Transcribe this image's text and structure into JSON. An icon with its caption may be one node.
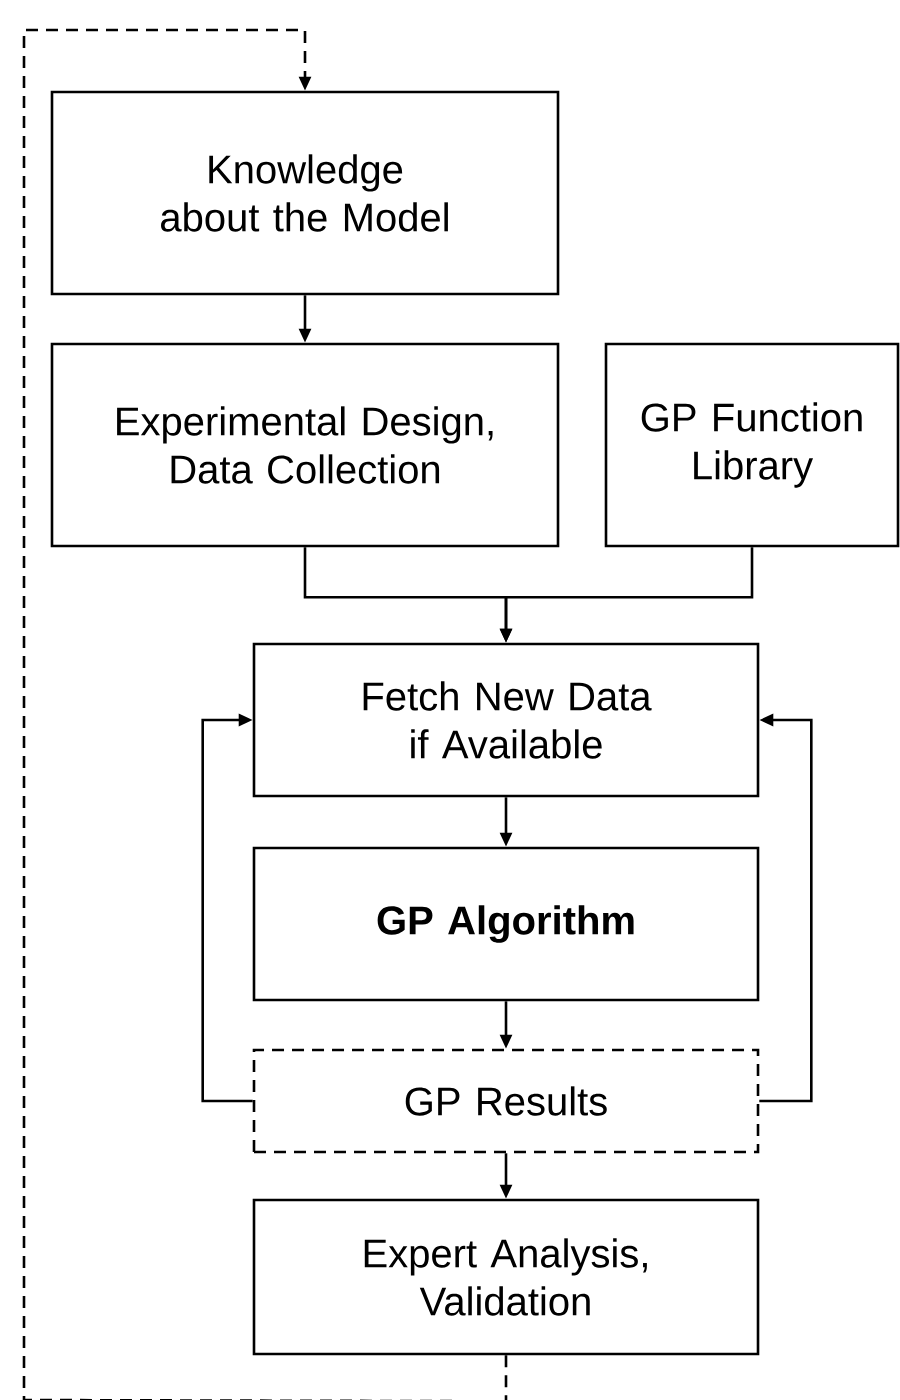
{
  "diagram": {
    "nodes": [
      {
        "text": [
          "Knowledge about the Model"
        ]
      },
      {
        "text": [
          "Experimental Design, Data Collection"
        ]
      },
      {
        "text": [
          "GP Function Library"
        ]
      },
      {
        "text": [
          "Fetch New Data if Available"
        ]
      },
      {
        "text": [
          "GP Algorithm"
        ]
      },
      {
        "text": [
          "GP Results"
        ]
      },
      {
        "text": [
          "Expert Analysis, Validation"
        ]
      }
    ],
    "edges": [
      {
        "from": 0,
        "to": 1,
        "arrow": "to"
      },
      {
        "from": 1,
        "to": 3,
        "arrow": "to"
      },
      {
        "from": 2,
        "to": 3,
        "arrow": "to"
      },
      {
        "from": 3,
        "to": 4,
        "arrow": "to"
      },
      {
        "from": 4,
        "to": 5,
        "arrow": "to"
      },
      {
        "from": 5,
        "to": 3,
        "arrow": "to"
      },
      {
        "from": 5,
        "to": 3,
        "arrow": "to"
      },
      {
        "from": 5,
        "to": 6,
        "arrow": "to"
      },
      {
        "from": 6,
        "to": 0,
        "arrow": "to",
        "style": "dashed"
      }
    ]
  }
}
